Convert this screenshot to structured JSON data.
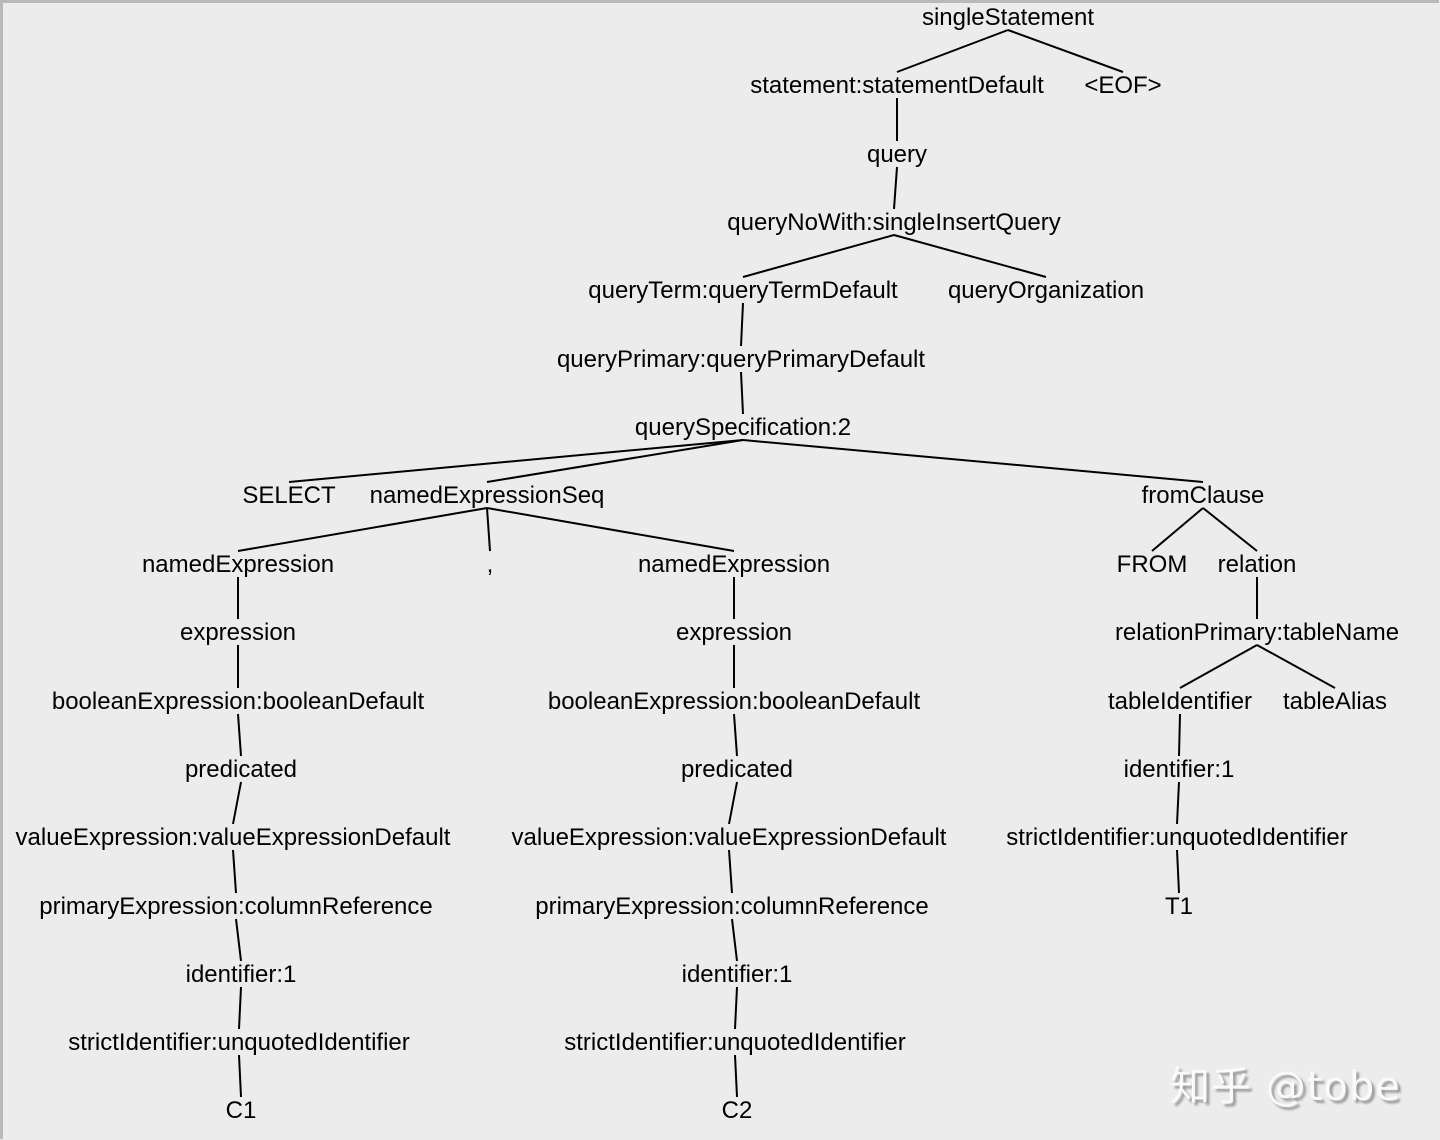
{
  "tree": {
    "nodes": [
      {
        "label": "singleStatement",
        "parent": null
      },
      {
        "label": "statement:statementDefault",
        "parent": 0
      },
      {
        "label": "<EOF>",
        "parent": 0
      },
      {
        "label": "query",
        "parent": 1
      },
      {
        "label": "queryNoWith:singleInsertQuery",
        "parent": 3
      },
      {
        "label": "queryTerm:queryTermDefault",
        "parent": 4
      },
      {
        "label": "queryOrganization",
        "parent": 4
      },
      {
        "label": "queryPrimary:queryPrimaryDefault",
        "parent": 5
      },
      {
        "label": "querySpecification:2",
        "parent": 7
      },
      {
        "label": "SELECT",
        "parent": 8
      },
      {
        "label": "namedExpressionSeq",
        "parent": 8
      },
      {
        "label": "fromClause",
        "parent": 8
      },
      {
        "label": "namedExpression",
        "parent": 10
      },
      {
        "label": ",",
        "parent": 10
      },
      {
        "label": "namedExpression",
        "parent": 10
      },
      {
        "label": "FROM",
        "parent": 11
      },
      {
        "label": "relation",
        "parent": 11
      },
      {
        "label": "expression",
        "parent": 12
      },
      {
        "label": "booleanExpression:booleanDefault",
        "parent": 17
      },
      {
        "label": "predicated",
        "parent": 18
      },
      {
        "label": "valueExpression:valueExpressionDefault",
        "parent": 19
      },
      {
        "label": "primaryExpression:columnReference",
        "parent": 20
      },
      {
        "label": "identifier:1",
        "parent": 21
      },
      {
        "label": "strictIdentifier:unquotedIdentifier",
        "parent": 22
      },
      {
        "label": "C1",
        "parent": 23
      },
      {
        "label": "expression",
        "parent": 14
      },
      {
        "label": "booleanExpression:booleanDefault",
        "parent": 25
      },
      {
        "label": "predicated",
        "parent": 26
      },
      {
        "label": "valueExpression:valueExpressionDefault",
        "parent": 27
      },
      {
        "label": "primaryExpression:columnReference",
        "parent": 28
      },
      {
        "label": "identifier:1",
        "parent": 29
      },
      {
        "label": "strictIdentifier:unquotedIdentifier",
        "parent": 30
      },
      {
        "label": "C2",
        "parent": 31
      },
      {
        "label": "relationPrimary:tableName",
        "parent": 16
      },
      {
        "label": "tableIdentifier",
        "parent": 33
      },
      {
        "label": "tableAlias",
        "parent": 33
      },
      {
        "label": "identifier:1",
        "parent": 34
      },
      {
        "label": "strictIdentifier:unquotedIdentifier",
        "parent": 36
      },
      {
        "label": "T1",
        "parent": 37
      }
    ]
  },
  "watermark": "知乎 @tobe"
}
